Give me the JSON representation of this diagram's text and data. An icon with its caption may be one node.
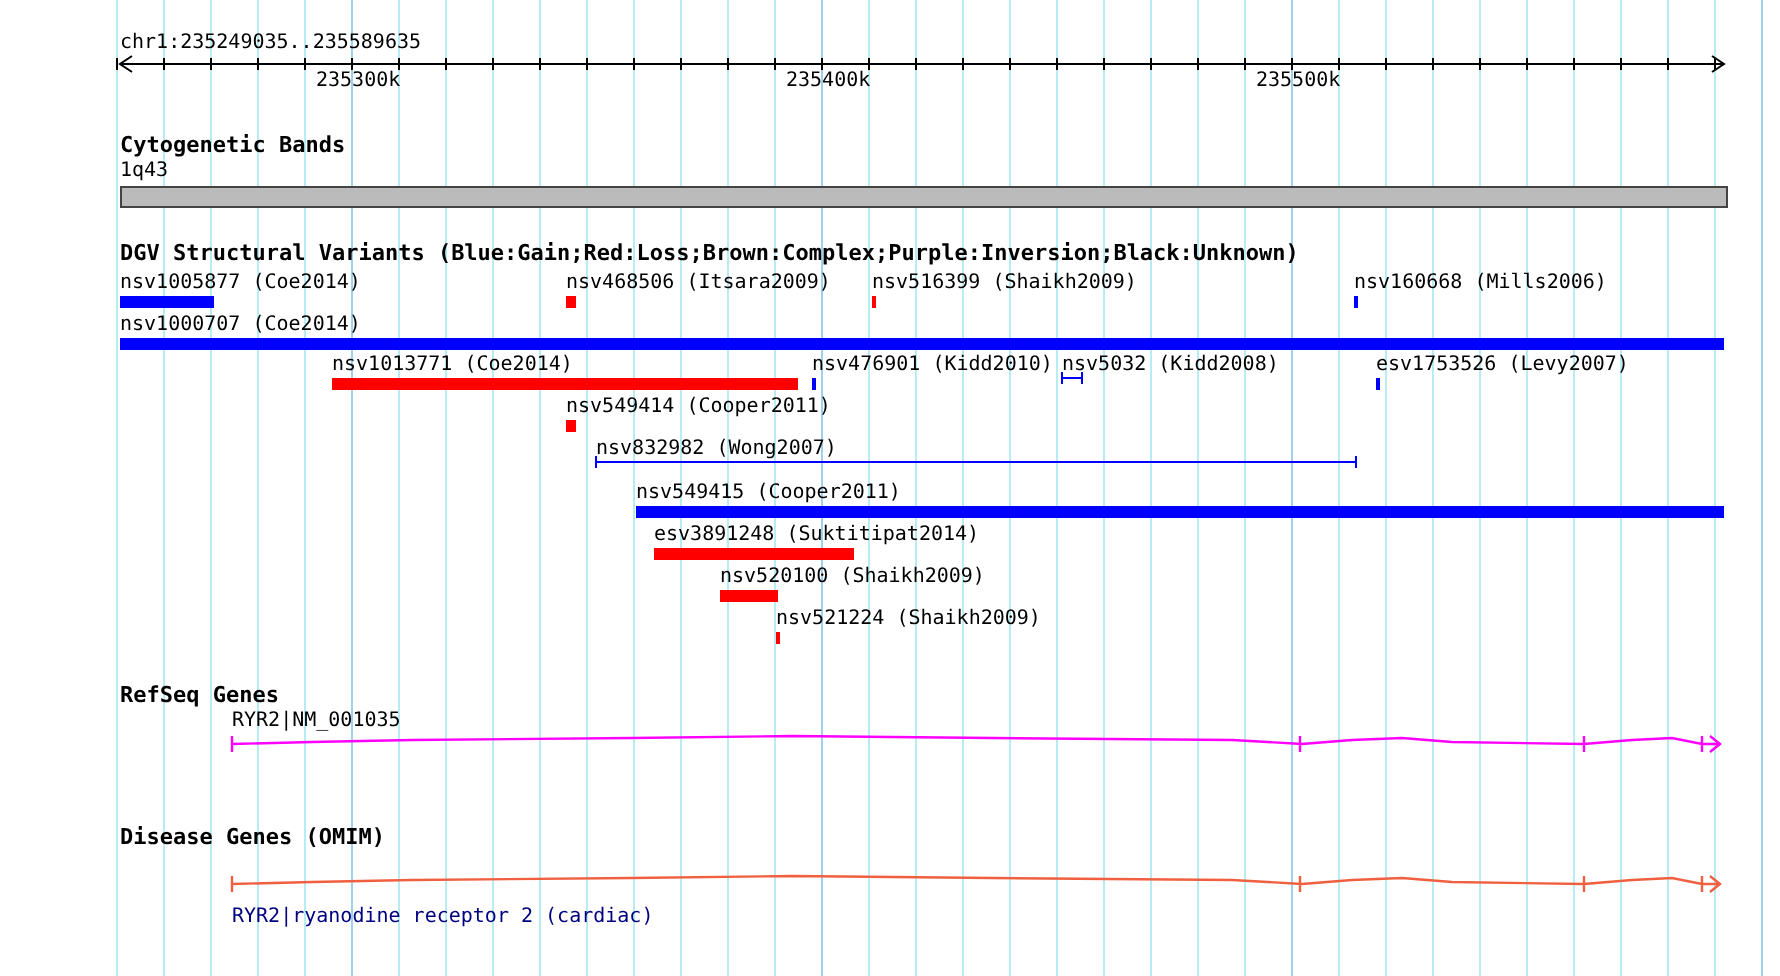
{
  "diagram": {
    "title": "chr1:235249035..235589635",
    "nodes": [
      {
        "text": [
          "1q43"
        ]
      },
      {
        "text": [
          "nsv1005877 (Coe2014)"
        ]
      },
      {
        "text": [
          "nsv468506 (Itsara2009)"
        ]
      },
      {
        "text": [
          "nsv516399 (Shaikh2009)"
        ]
      },
      {
        "text": [
          "nsv160668 (Mills2006)"
        ]
      },
      {
        "text": [
          "nsv1000707 (Coe2014)"
        ]
      },
      {
        "text": [
          "nsv1013771 (Coe2014)"
        ]
      },
      {
        "text": [
          "nsv476901 (Kidd2010)"
        ]
      },
      {
        "text": [
          "nsv5032 (Kidd2008)"
        ]
      },
      {
        "text": [
          "esv1753526 (Levy2007)"
        ]
      },
      {
        "text": [
          "nsv549414 (Cooper2011)"
        ]
      },
      {
        "text": [
          "nsv832982 (Wong2007)"
        ]
      },
      {
        "text": [
          "nsv549415 (Cooper2011)"
        ]
      },
      {
        "text": [
          "esv3891248 (Suktitipat2014)"
        ]
      },
      {
        "text": [
          "nsv520100 (Shaikh2009)"
        ]
      },
      {
        "text": [
          "nsv521224 (Shaikh2009)"
        ]
      },
      {
        "text": [
          "RYR2|NM_001035"
        ]
      },
      {
        "text": [
          "RYR2|ryanodine receptor 2 (cardiac)"
        ]
      }
    ],
    "edges": [],
    "labels": [
      "235300k",
      "235400k",
      "235500k",
      "Cytogenetic Bands",
      "DGV Structural Variants (Blue:Gain;Red:Loss;Brown:Complex;Purple:Inversion;Black:Unknown)",
      "RefSeq Genes",
      "Disease Genes (OMIM)"
    ]
  }
}
